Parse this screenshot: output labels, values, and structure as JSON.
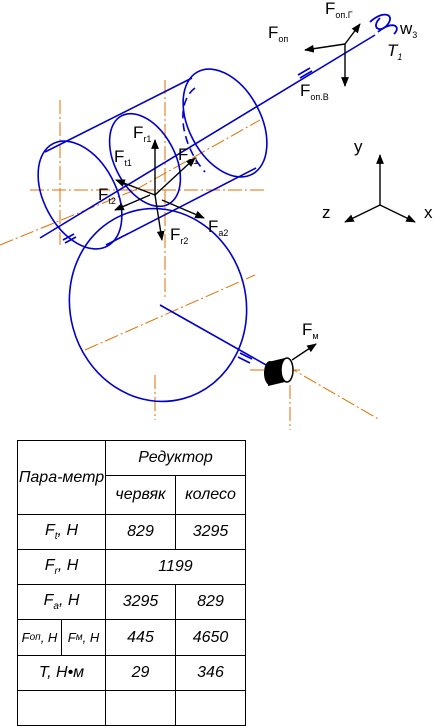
{
  "diagram": {
    "forces": {
      "ft1": "F",
      "ft1_sub": "t1",
      "fr1": "F",
      "fr1_sub": "r1",
      "fa1": "F",
      "fa1_sub": "a1",
      "ft2": "F",
      "ft2_sub": "t2",
      "fr2": "F",
      "fr2_sub": "r2",
      "fa2": "F",
      "fa2_sub": "a2",
      "fop": "F",
      "fop_sub": "оп",
      "fopg": "F",
      "fopg_sub": "оп.Г",
      "fopv": "F",
      "fopv_sub": "оп.В",
      "fm": "F",
      "fm_sub": "м"
    },
    "rotation": {
      "w": "w",
      "w_sub": "3",
      "t": "T",
      "t_sub": "1"
    },
    "axes": {
      "x": "x",
      "y": "y",
      "z": "z"
    },
    "colors": {
      "line": "#0000cc",
      "axis": "#e07000",
      "force": "#000000"
    }
  },
  "table": {
    "param_header": "Пара-метр",
    "reducer_header": "Редуктор",
    "worm_header": "червяк",
    "wheel_header": "колесо",
    "rows": [
      {
        "param": "F",
        "param_sub": "t",
        "unit": ", Н",
        "worm": "829",
        "wheel": "3295"
      },
      {
        "param": "F",
        "param_sub": "r",
        "unit": ", Н",
        "both": "1199"
      },
      {
        "param": "F",
        "param_sub": "a",
        "unit": ", Н",
        "worm": "3295",
        "wheel": "829"
      },
      {
        "param_a": "F",
        "param_a_sub": "оп",
        "param_a_unit": ", Н",
        "param_b": "F",
        "param_b_sub": "м",
        "param_b_unit": ", Н",
        "worm": "445",
        "wheel": "4650"
      },
      {
        "param": "T, Н•м",
        "worm": "29",
        "wheel": "346"
      },
      {
        "param": "",
        "worm": "",
        "wheel": ""
      }
    ]
  }
}
